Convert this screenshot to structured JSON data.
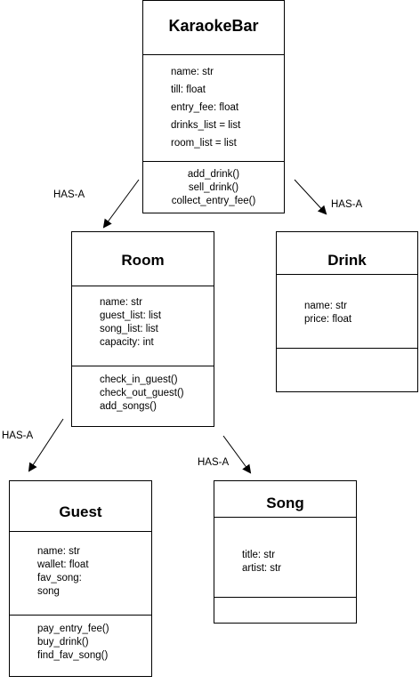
{
  "classes": {
    "karaokebar": {
      "name": "KaraokeBar",
      "attributes": [
        "name: str",
        "till: float",
        "entry_fee: float",
        "drinks_list = list",
        "room_list = list"
      ],
      "methods": [
        "add_drink()",
        "sell_drink()",
        "collect_entry_fee()"
      ]
    },
    "room": {
      "name": "Room",
      "attributes": [
        "name: str",
        "guest_list: list",
        "song_list: list",
        "capacity: int"
      ],
      "methods": [
        "check_in_guest()",
        "check_out_guest()",
        "add_songs()"
      ]
    },
    "drink": {
      "name": "Drink",
      "attributes": [
        "name: str",
        "price: float"
      ],
      "methods": []
    },
    "guest": {
      "name": "Guest",
      "attributes": [
        "name: str",
        "wallet: float",
        "fav_song:",
        "song"
      ],
      "methods": [
        "pay_entry_fee()",
        "buy_drink()",
        "find_fav_song()"
      ]
    },
    "song": {
      "name": "Song",
      "attributes": [
        "title: str",
        "artist: str"
      ],
      "methods": []
    }
  },
  "relations": [
    {
      "from": "KaraokeBar",
      "to": "Room",
      "label": "HAS-A"
    },
    {
      "from": "KaraokeBar",
      "to": "Drink",
      "label": "HAS-A"
    },
    {
      "from": "Room",
      "to": "Guest",
      "label": "HAS-A"
    },
    {
      "from": "Room",
      "to": "Song",
      "label": "HAS-A"
    }
  ],
  "colors": {
    "line": "#000000",
    "background": "#ffffff"
  }
}
